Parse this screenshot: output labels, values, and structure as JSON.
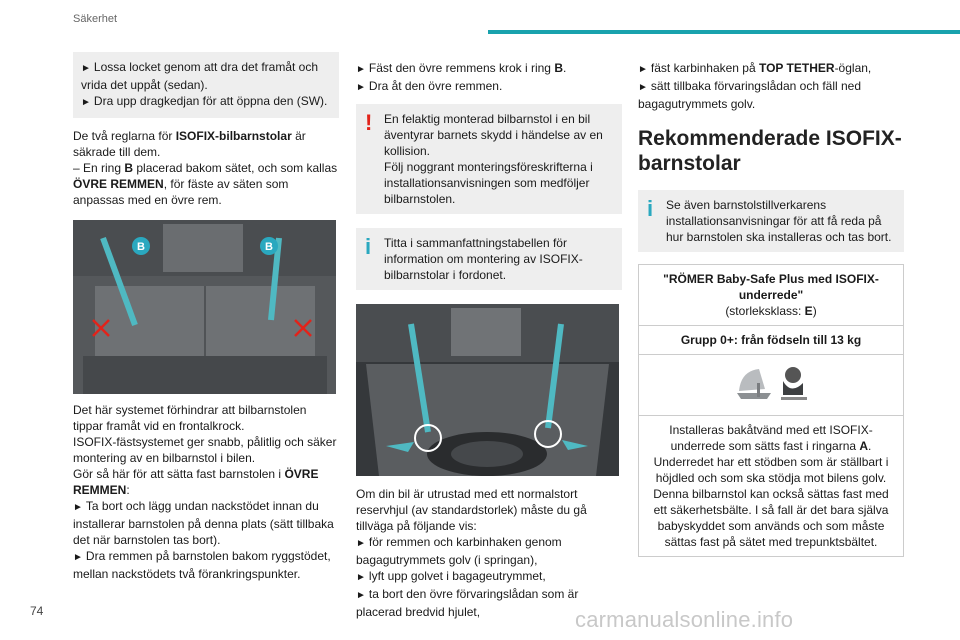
{
  "header": {
    "section": "Säkerhet",
    "accent_color": "#19a2ad"
  },
  "page_number": "74",
  "watermark": "carmanualsonline.info",
  "col1": {
    "grey_box": {
      "line1": "Lossa locket genom att dra det framåt och vrida det uppåt (sedan).",
      "line2": "Dra upp dragkedjan för att öppna den (SW)."
    },
    "p1_pre": "De två reglarna för ",
    "p1_bold": "ISOFIX-bilbarnstolar",
    "p1_post": " är säkrade till dem.",
    "p2_pre": "– En ring ",
    "p2_b1": "B",
    "p2_mid": " placerad bakom sätet, och som kallas ",
    "p2_b2": "ÖVRE REMMEN",
    "p2_post": ", för fäste av säten som anpassas med en övre rem.",
    "photo_label": "B",
    "p3": "Det här systemet förhindrar att bilbarnstolen tippar framåt vid en frontalkrock.",
    "p4": "ISOFIX-fästsystemet ger snabb, pålitlig och säker montering av en bilbarnstol i bilen.",
    "p5_pre": "Gör så här för att sätta fast barnstolen i ",
    "p5_bold": "ÖVRE REMMEN",
    "p5_post": ":",
    "bullet1": "Ta bort och lägg undan nackstödet innan du installerar barnstolen på denna plats (sätt tillbaka det när barnstolen tas bort).",
    "bullet2": "Dra remmen på barnstolen bakom ryggstödet, mellan nackstödets två förankringspunkter."
  },
  "col2": {
    "b1_pre": "Fäst den övre remmens krok i ring ",
    "b1_bold": "B",
    "b1_post": ".",
    "b2": "Dra åt den övre remmen.",
    "warning": "En felaktig monterad bilbarnstol i en bil äventyrar barnets skydd i händelse av en kollision.",
    "warning2": "Följ noggrant monteringsföreskrifterna i installationsanvisningen som medföljer bilbarnstolen.",
    "info": "Titta i sammanfattningstabellen för information om montering av ISOFIX-bilbarnstolar i fordonet.",
    "p1": "Om din bil är utrustad med ett normalstort reservhjul (av standardstorlek) måste du gå tillväga på följande vis:",
    "b3": "för remmen och karbinhaken genom bagagutrymmets golv (i springan),",
    "b4": "lyft upp golvet i bagageutrymmet,",
    "b5": "ta bort den övre förvaringslådan som är placerad bredvid hjulet,"
  },
  "col3": {
    "b1_pre": "fäst karbinhaken på ",
    "b1_bold": "TOP TETHER",
    "b1_post": "-öglan,",
    "b2": "sätt tillbaka förvaringslådan och fäll ned bagagutrymmets golv.",
    "heading": "Rekommenderade ISOFIX-barnstolar",
    "info": "Se även barnstolstillverkarens installationsanvisningar för att få reda på hur barnstolen ska installeras och tas bort.",
    "seat_name": "\"RÖMER Baby-Safe Plus med ISOFIX-underrede\"",
    "size_pre": "(storleksklass: ",
    "size_bold": "E",
    "size_post": ")",
    "group": "Grupp 0+: från födseln till 13 kg",
    "desc1_pre": "Installeras bakåtvänd med ett ISOFIX-underrede som sätts fast i ringarna ",
    "desc1_bold": "A",
    "desc1_post": ".",
    "desc2": "Underredet har ett stödben som är ställbart i höjdled och som ska stödja mot bilens golv.",
    "desc3": "Denna bilbarnstol kan också sättas fast med ett säkerhetsbälte. I så fall är det bara själva babyskyddet som används och som måste sättas fast på sätet med trepunktsbältet."
  }
}
